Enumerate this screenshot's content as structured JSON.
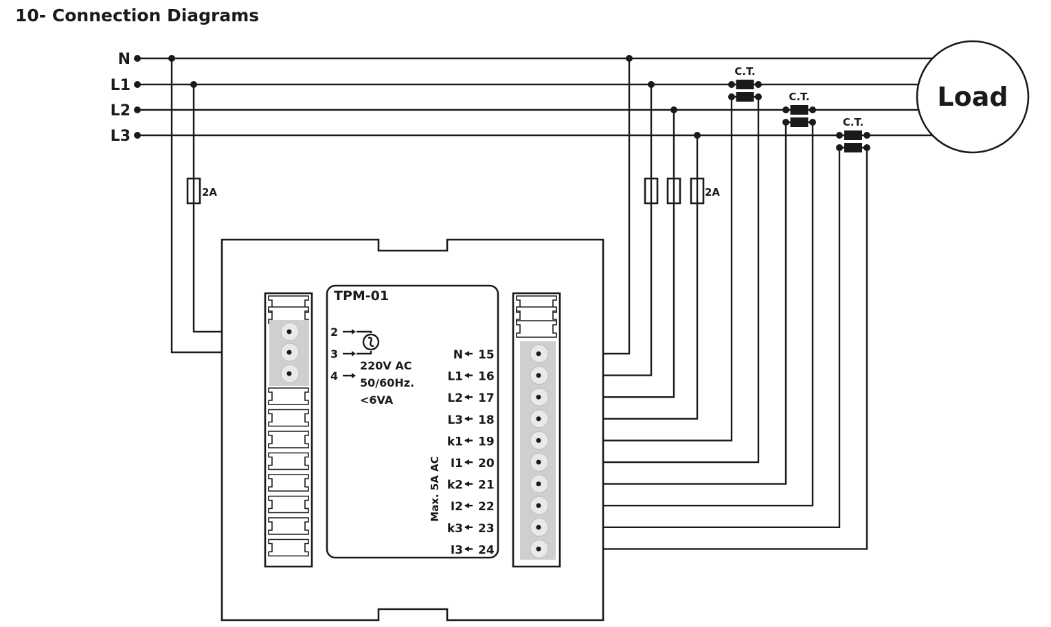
{
  "title": "10- Connection Diagrams",
  "lines": [
    "N",
    "L1",
    "L2",
    "L3"
  ],
  "load_label": "Load",
  "ct_label": "C.T.",
  "fuse_label": "2A",
  "device": {
    "model": "TPM-01",
    "supply_terminals": [
      "2",
      "3",
      "4"
    ],
    "supply_specs": [
      "220V AC",
      "50/60Hz.",
      "<6VA"
    ],
    "current_note": "Max. 5A AC",
    "terminals": [
      {
        "name": "N",
        "num": "15"
      },
      {
        "name": "L1",
        "num": "16"
      },
      {
        "name": "L2",
        "num": "17"
      },
      {
        "name": "L3",
        "num": "18"
      },
      {
        "name": "k1",
        "num": "19"
      },
      {
        "name": "I1",
        "num": "20"
      },
      {
        "name": "k2",
        "num": "21"
      },
      {
        "name": "I2",
        "num": "22"
      },
      {
        "name": "k3",
        "num": "23"
      },
      {
        "name": "I3",
        "num": "24"
      }
    ]
  }
}
